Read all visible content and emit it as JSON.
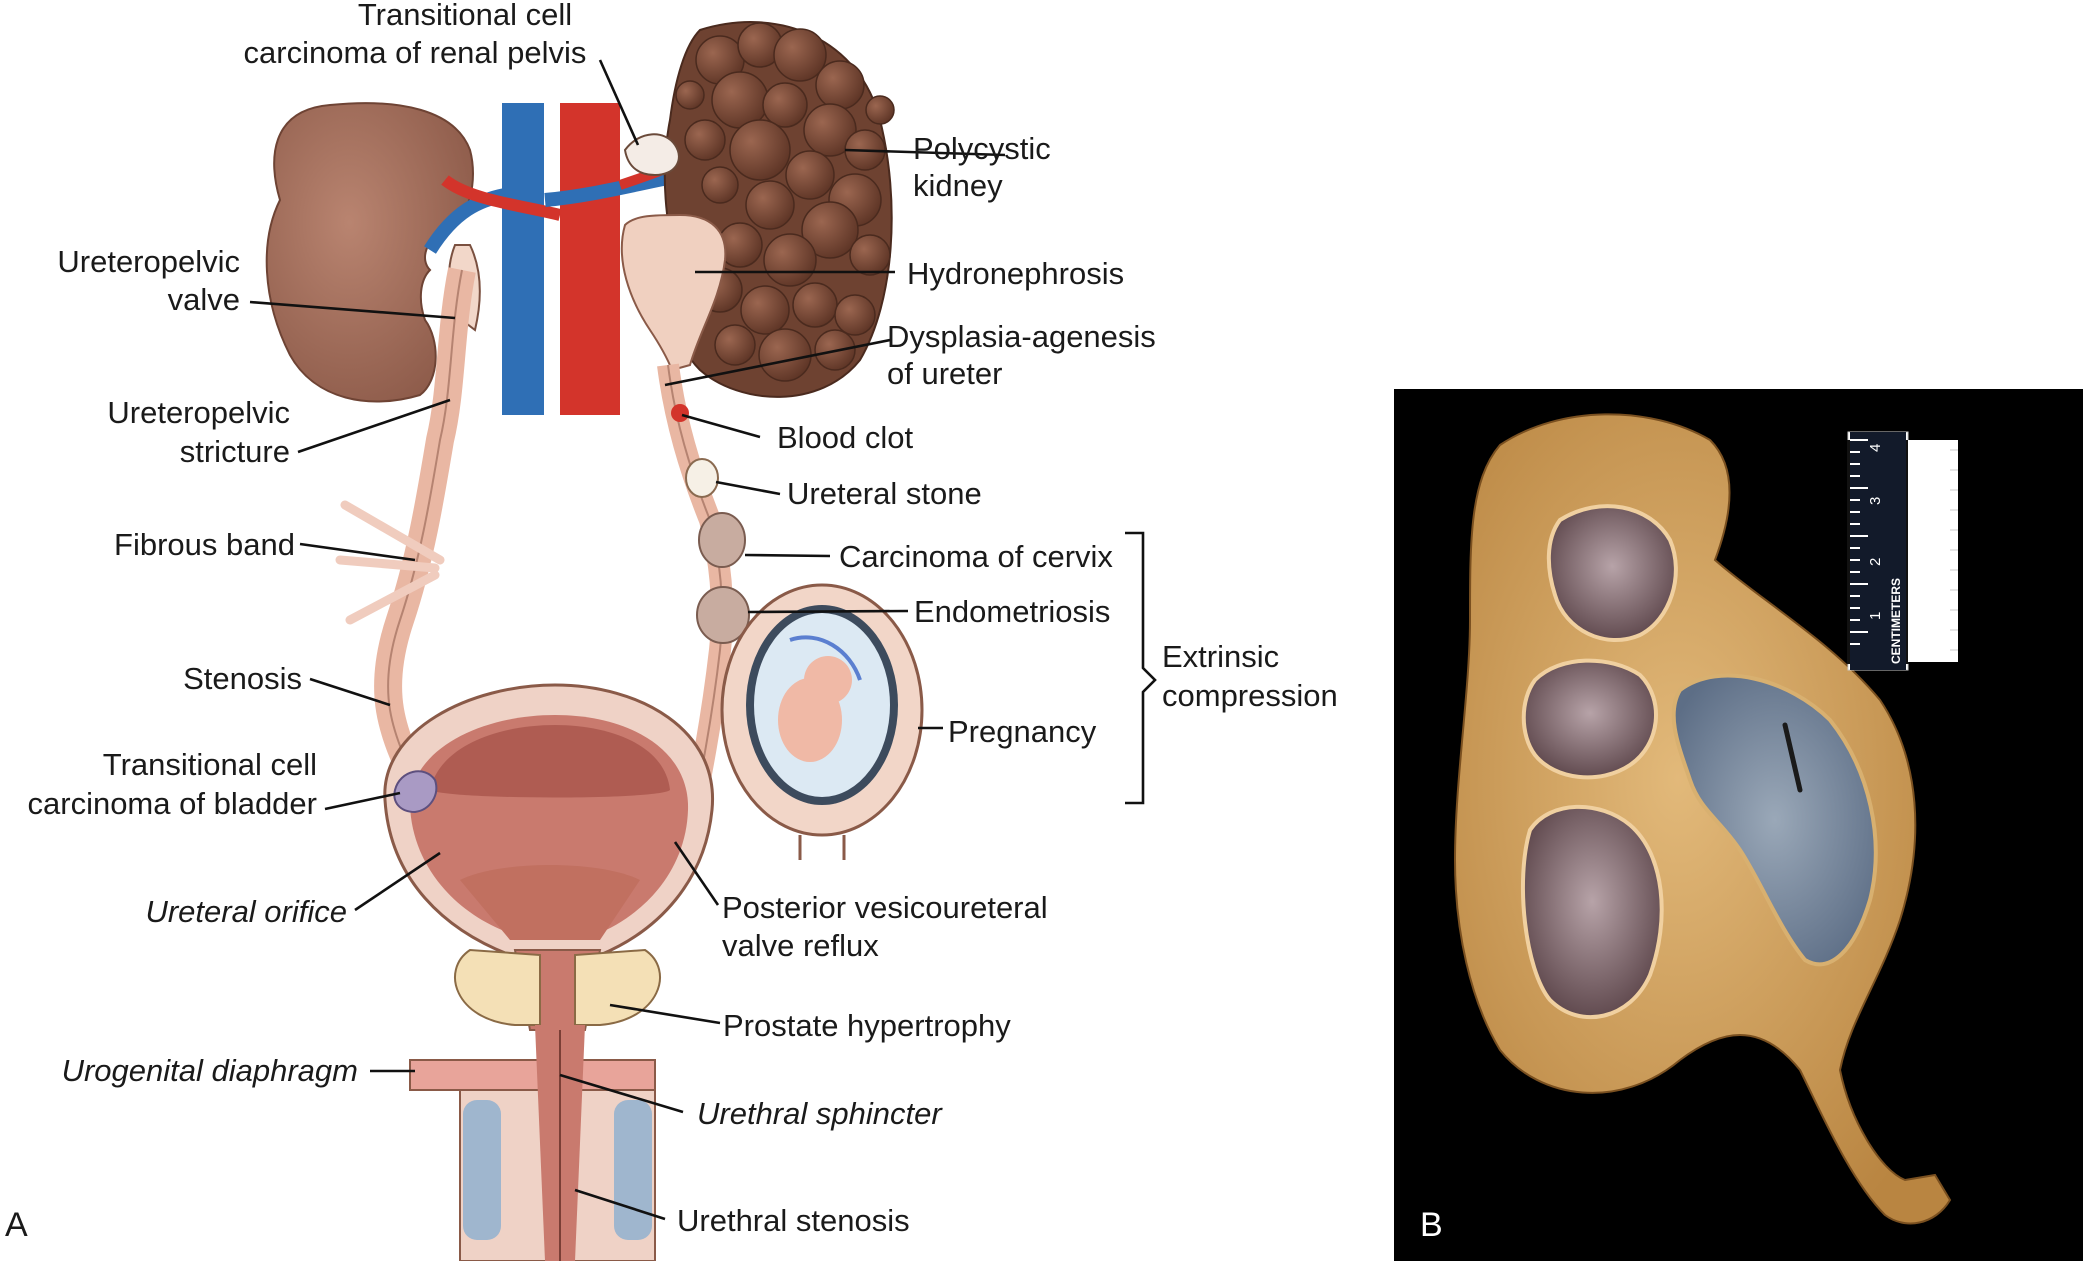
{
  "panels": {
    "a": "A",
    "b": "B"
  },
  "labels": {
    "transitional_cell_renal": [
      "Transitional cell",
      "carcinoma of renal pelvis"
    ],
    "polycystic_kidney": [
      "Polycystic",
      "kidney"
    ],
    "hydronephrosis": "Hydronephrosis",
    "dysplasia_agenesis": [
      "Dysplasia-agenesis",
      "of ureter"
    ],
    "blood_clot": "Blood clot",
    "ureteral_stone": "Ureteral stone",
    "carcinoma_cervix": "Carcinoma of cervix",
    "endometriosis": "Endometriosis",
    "pregnancy": "Pregnancy",
    "extrinsic_compression": [
      "Extrinsic",
      "compression"
    ],
    "ureteropelvic_valve": [
      "Ureteropelvic",
      "valve"
    ],
    "ureteropelvic_stricture": [
      "Ureteropelvic",
      "stricture"
    ],
    "fibrous_band": "Fibrous band",
    "stenosis": "Stenosis",
    "transitional_cell_bladder": [
      "Transitional cell",
      "carcinoma of bladder"
    ],
    "ureteral_orifice": "Ureteral orifice",
    "posterior_vesicoureteral": [
      "Posterior vesicoureteral",
      "valve reflux"
    ],
    "prostate_hypertrophy": "Prostate hypertrophy",
    "urogenital_diaphragm": "Urogenital diaphragm",
    "urethral_sphincter": "Urethral sphincter",
    "urethral_stenosis": "Urethral stenosis"
  },
  "ruler": {
    "unit_label": "CENTIMETERS",
    "ticks": [
      "1",
      "2",
      "3",
      "4"
    ]
  },
  "colors": {
    "kidney": "#a87260",
    "polycystic": "#7a4a38",
    "ureter": "#e9b7a3",
    "bladder_wall": "#efd2c6",
    "bladder_mucosa": "#c97a6e",
    "vein": "#2f6fb5",
    "artery": "#d3342b",
    "photo_background": "#000000",
    "specimen": "#d8a865"
  }
}
